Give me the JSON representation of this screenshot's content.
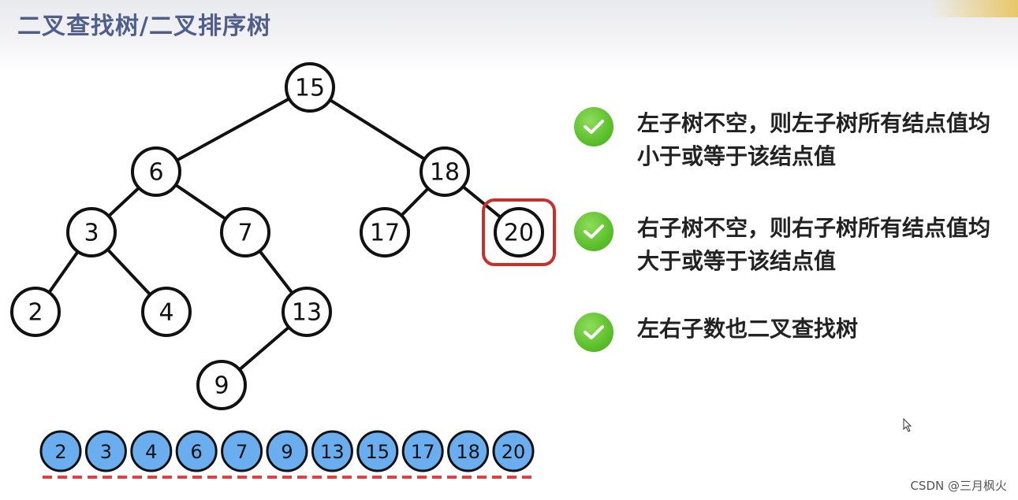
{
  "title": "二叉查找树/二叉排序树",
  "tree": {
    "nodes": [
      {
        "id": "n15",
        "label": "15",
        "highlighted": false
      },
      {
        "id": "n6",
        "label": "6",
        "highlighted": false
      },
      {
        "id": "n18",
        "label": "18",
        "highlighted": false
      },
      {
        "id": "n3",
        "label": "3",
        "highlighted": false
      },
      {
        "id": "n7",
        "label": "7",
        "highlighted": false
      },
      {
        "id": "n17",
        "label": "17",
        "highlighted": false
      },
      {
        "id": "n20",
        "label": "20",
        "highlighted": true
      },
      {
        "id": "n2",
        "label": "2",
        "highlighted": false
      },
      {
        "id": "n4",
        "label": "4",
        "highlighted": false
      },
      {
        "id": "n13",
        "label": "13",
        "highlighted": false
      },
      {
        "id": "n9",
        "label": "9",
        "highlighted": false
      }
    ],
    "edges": [
      [
        "n15",
        "n6"
      ],
      [
        "n15",
        "n18"
      ],
      [
        "n6",
        "n3"
      ],
      [
        "n6",
        "n7"
      ],
      [
        "n18",
        "n17"
      ],
      [
        "n18",
        "n20"
      ],
      [
        "n3",
        "n2"
      ],
      [
        "n3",
        "n4"
      ],
      [
        "n7",
        "n13"
      ],
      [
        "n13",
        "n9"
      ]
    ],
    "highlight_color": "#c8302c"
  },
  "inorder_sequence": [
    "2",
    "3",
    "4",
    "6",
    "7",
    "9",
    "13",
    "15",
    "17",
    "18",
    "20"
  ],
  "sequence_fill": "#6aaef0",
  "sequence_underline_color": "#e04040",
  "rules": [
    {
      "text": "左子树不空，则左子树所有结点值均小于或等于该结点值",
      "icon": "check-icon"
    },
    {
      "text": "右子树不空，则右子树所有结点值均大于或等于该结点值",
      "icon": "check-icon"
    },
    {
      "text": "左右子数也二叉查找树",
      "icon": "check-icon"
    }
  ],
  "check_color": "#5cc02c",
  "watermark": "CSDN @三月枫火"
}
